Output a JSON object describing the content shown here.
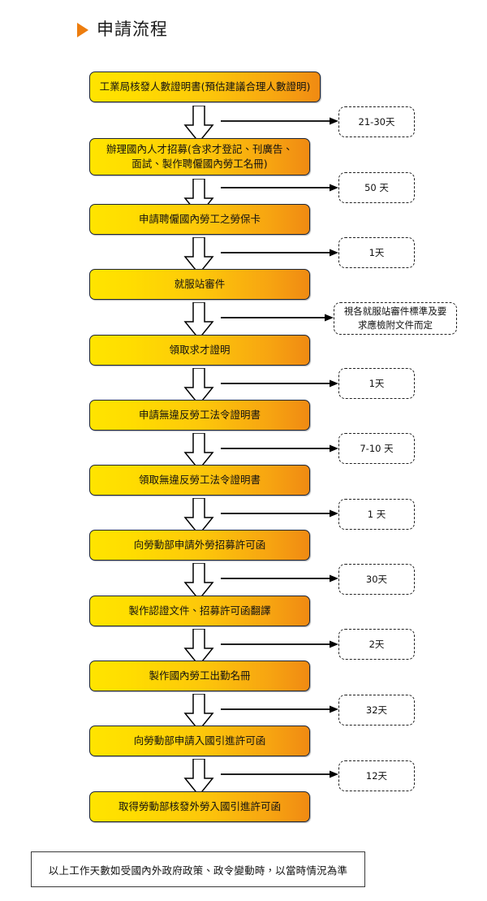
{
  "page": {
    "title": "申請流程",
    "bullet_icon": "triangle-right-icon",
    "accent_color": "#ED7D0E",
    "box_gradient_start": "#FFE400",
    "box_gradient_end": "#F08A12",
    "box_border_color": "#1B2436",
    "note_border_color": "#222222"
  },
  "flow": {
    "steps": [
      {
        "id": "step-1",
        "label": "工業局核發人數證明書(預估建議合理人數證明)"
      },
      {
        "id": "step-2",
        "label": "辦理國內人才招募(含求才登記、刊廣告、\n面試、製作聘僱國內勞工名冊)"
      },
      {
        "id": "step-3",
        "label": "申請聘僱國內勞工之勞保卡"
      },
      {
        "id": "step-4",
        "label": "就服站審件"
      },
      {
        "id": "step-5",
        "label": "領取求才證明"
      },
      {
        "id": "step-6",
        "label": "申請無違反勞工法令證明書"
      },
      {
        "id": "step-7",
        "label": "領取無違反勞工法令證明書"
      },
      {
        "id": "step-8",
        "label": "向勞動部申請外勞招募許可函"
      },
      {
        "id": "step-9",
        "label": "製作認證文件、招募許可函翻譯"
      },
      {
        "id": "step-10",
        "label": "製作國內勞工出勤名冊"
      },
      {
        "id": "step-11",
        "label": "向勞動部申請入國引進許可函"
      },
      {
        "id": "step-12",
        "label": "取得勞動部核發外勞入國引進許可函"
      }
    ],
    "durations": [
      {
        "id": "note-1",
        "label": "21-30天"
      },
      {
        "id": "note-2",
        "label": "50 天"
      },
      {
        "id": "note-3",
        "label": "1天"
      },
      {
        "id": "note-4",
        "label": "視各就服站審件標準及要\n求應檢附文件而定"
      },
      {
        "id": "note-5",
        "label": "1天"
      },
      {
        "id": "note-6",
        "label": "7-10 天"
      },
      {
        "id": "note-7",
        "label": "1 天"
      },
      {
        "id": "note-8",
        "label": "30天"
      },
      {
        "id": "note-9",
        "label": "2天"
      },
      {
        "id": "note-10",
        "label": "32天"
      },
      {
        "id": "note-11",
        "label": "12天"
      }
    ]
  },
  "footer": {
    "note": "以上工作天數如受國內外政府政策、政令變動時，以當時情況為準"
  }
}
